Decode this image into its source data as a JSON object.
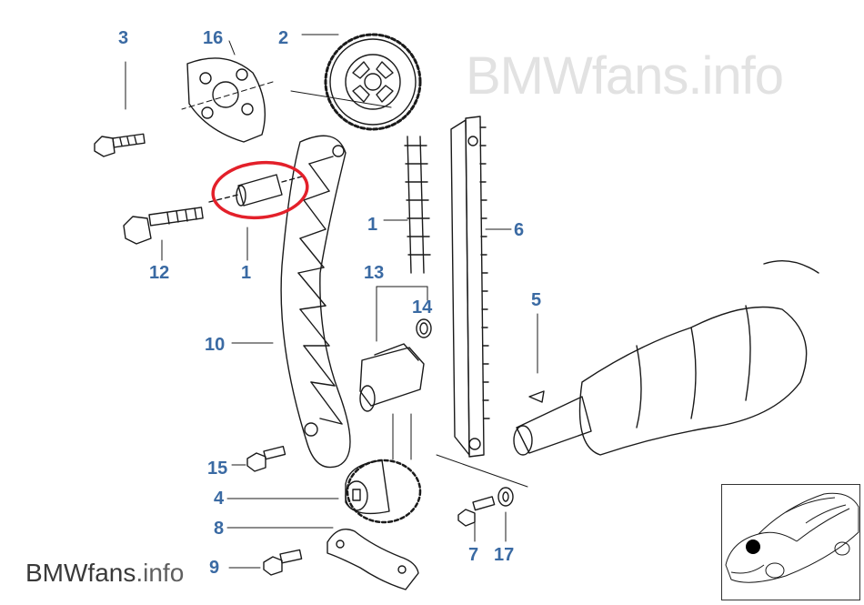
{
  "watermark": {
    "big": "BMWfans.info",
    "small_brand": "BMWfans",
    "small_suffix": ".info"
  },
  "callouts": {
    "c3": "3",
    "c16": "16",
    "c2": "2",
    "c1a": "1",
    "c6": "6",
    "c12": "12",
    "c11": "1",
    "c13": "13",
    "c14": "14",
    "c5": "5",
    "c10": "10",
    "c15": "15",
    "c4": "4",
    "c8": "8",
    "c9": "9",
    "c7": "7",
    "c17": "17"
  },
  "colors": {
    "callout": "#3a6aa3",
    "highlight_ring": "#e3202a",
    "line": "#1a1a1a"
  },
  "highlighted_part": "11",
  "icons": [
    "car-location-icon"
  ]
}
